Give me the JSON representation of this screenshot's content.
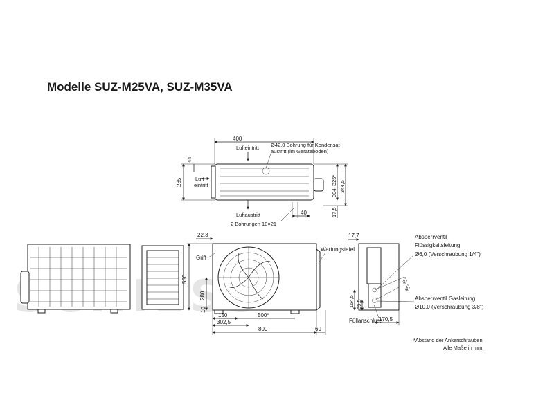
{
  "title": "Modelle SUZ-M25VA, SUZ-M35VA",
  "watermark": "SCHIESSL",
  "top_view": {
    "dim_width": "400",
    "dim_top_offset": "44",
    "dim_depth": "285",
    "dim_right_1": "304~325*",
    "dim_right_2": "344,5",
    "dim_bottom_40": "40",
    "dim_bottom_17": "17,5",
    "air_in_top": "Lufteintritt",
    "drain_hole_1": "Ø42,0 Bohrung für Kondensat-",
    "drain_hole_2": "austritt (im Geräteboden)",
    "air_in_left_1": "Luft-",
    "air_in_left_2": "eintritt",
    "air_out": "Luftaustritt",
    "holes": "2 Bohrungen 10×21"
  },
  "front_view": {
    "dim_22": "22,3",
    "griff": "Griff",
    "dim_550": "550",
    "dim_280": "280",
    "dim_10": "10",
    "dim_150": "150",
    "dim_500": "500*",
    "dim_302": "302,5",
    "dim_800": "800",
    "dim_69": "69",
    "wartungstafel": "Wartungstafel"
  },
  "side_view": {
    "dim_17": "17,7",
    "valve_liquid_1": "Absperrventil",
    "valve_liquid_2": "Flüssigkeitsleitung",
    "valve_liquid_3": "Ø6,0 (Verschraubung 1/4\")",
    "angle_35": "35°",
    "angle_45": "45°",
    "valve_gas_1": "Absperrventil Gasleitung",
    "valve_gas_2": "Ø10,0 (Verschraubung 3/8\")",
    "dim_164": "164,5",
    "dim_99": "99,5",
    "fill": "Füllanschluss",
    "dim_170": "170,5"
  },
  "notes": {
    "anchor": "*Abstand der Ankerschrauben",
    "units": "Alle Maße in mm."
  }
}
